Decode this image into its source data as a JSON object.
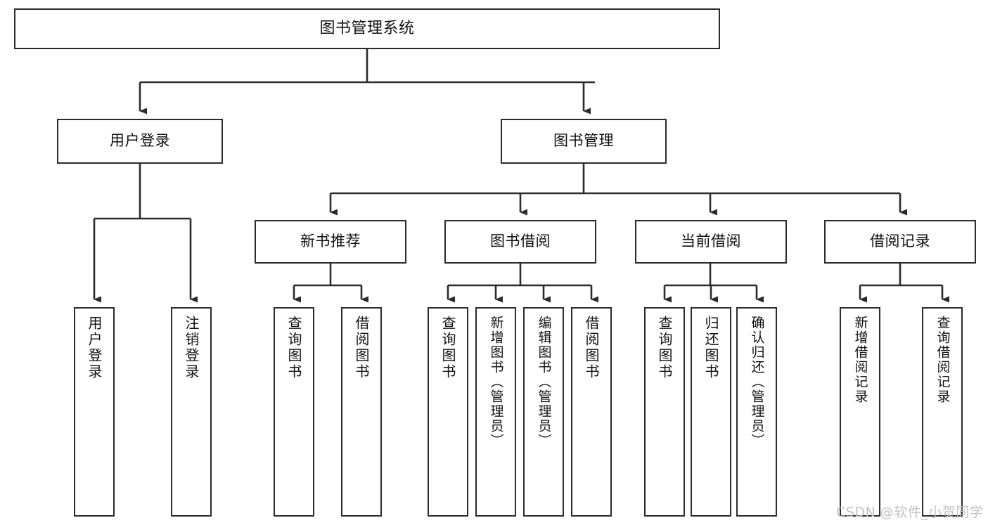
{
  "diagram": {
    "title": "图书管理系统",
    "type": "hierarchy-tree",
    "orientation": "top-down",
    "colors": {
      "box_border": "#2b2b2b",
      "box_fill": "#ffffff",
      "edge": "#2b2b2b",
      "text": "#111111",
      "watermark": "#c2c2c2"
    },
    "root": {
      "label": "图书管理系统"
    },
    "level1": [
      {
        "label": "用户登录"
      },
      {
        "label": "图书管理"
      }
    ],
    "level2": [
      {
        "label": "新书推荐"
      },
      {
        "label": "图书借阅"
      },
      {
        "label": "当前借阅"
      },
      {
        "label": "借阅记录"
      }
    ],
    "leaves": {
      "user_login": [
        {
          "label": "用户登录"
        },
        {
          "label": "注销登录"
        }
      ],
      "new_book_recommend": [
        {
          "label": "查询图书"
        },
        {
          "label": "借阅图书"
        }
      ],
      "book_borrow": [
        {
          "label": "查询图书"
        },
        {
          "label": "新增图书（管理员）"
        },
        {
          "label": "编辑图书（管理员）"
        },
        {
          "label": "借阅图书"
        }
      ],
      "current_borrow": [
        {
          "label": "查询图书"
        },
        {
          "label": "归还图书"
        },
        {
          "label": "确认归还（管理员）"
        }
      ],
      "borrow_record": [
        {
          "label": "新增借阅记录"
        },
        {
          "label": "查询借阅记录"
        }
      ]
    }
  },
  "watermark": {
    "text": "CSDN @软件_小贺同学"
  }
}
